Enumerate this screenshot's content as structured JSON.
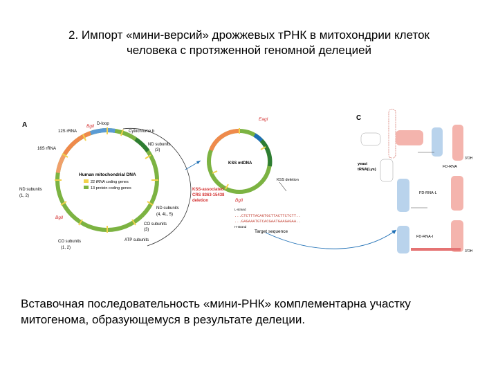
{
  "title": {
    "line1": "2. Импорт «мини-версий» дрожжевых тРНК в митохондрии клеток",
    "line2": "человека с протяженной геномной делецией"
  },
  "figure": {
    "panel_a": {
      "letter": "A",
      "center_label": "Human mitochondrial DNA",
      "legend_trna": "22 tRNA coding genes",
      "legend_protein": "13 protein coding genes",
      "d_loop": "D-loop",
      "rrna_12s": "12S rRNA",
      "rrna_16s": "16S rRNA",
      "bgl_top": "BglI",
      "bgl_left": "BglI",
      "cyt_b": "Cytochrome b",
      "nd_subunits_3": "ND subunits",
      "nd_subunits_3_num": "(3)",
      "nd_subunits_12": "ND subunits",
      "nd_subunits_12_num": "(1, 2)",
      "nd_subunits_44l5": "ND subunits",
      "nd_subunits_44l5_num": "(4, 4L, 5)",
      "co_subunits_3": "CO subunits",
      "co_subunits_3_num": "(3)",
      "co_subunits_12": "CO subunits",
      "co_subunits_12_num": "(1, 2)",
      "atp_subunits": "ATP subunits"
    },
    "panel_b": {
      "eagi": "EagI",
      "bgli": "BglI",
      "kss_label": "KSS mtDNA",
      "kss_deletion": "KSS deletion",
      "assoc_line1": "KSS-associated",
      "assoc_line2": "CRS 8363-15438",
      "assoc_line3": "deletion",
      "l_strand": "L-strand",
      "h_strand": "H-strand",
      "seq_top": "...CTCTTTACAGTGCTTACTTCTCTT..",
      "seq_bottom": "...GAGAAATGTCACGAATGAAGAGAA..",
      "target": "Target sequence"
    },
    "panel_c": {
      "letter": "C",
      "yeast_line1": "yeast",
      "yeast_line2": "tRNA(Lys)",
      "fd_rna": "FD-RNA",
      "fd_rna_l": "FD-RNA-L",
      "fd_rna_i": "FD-RNA-I",
      "end_3_top": "3'OH",
      "end_3_bottom": "3'OH"
    }
  },
  "caption": "Вставочная последовательность «мини-РНК» комплементарна участку митогенома, образующемуся в результате делеции.",
  "colors": {
    "green": "#7cb342",
    "orange": "#ef8a4c",
    "dark_green": "#2e7d32",
    "blue": "#1e6fb5",
    "red_label": "#d32f2f",
    "pink_fill": "#f4b4ad",
    "blue_fill": "#b9d3ec"
  }
}
